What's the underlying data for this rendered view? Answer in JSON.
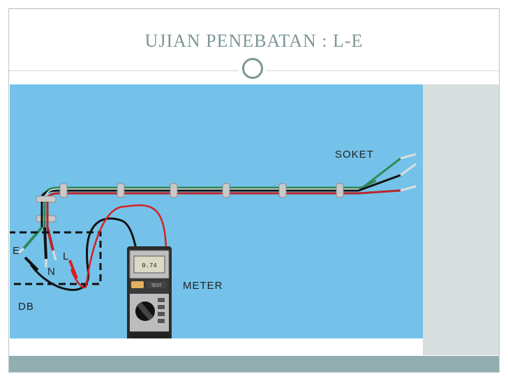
{
  "slide": {
    "title": "UJIAN PENEBATAN : L-E"
  },
  "labels": {
    "soket": "SOKET",
    "e": "E",
    "l": "L",
    "n": "N",
    "db": "DB",
    "meter": "METER"
  },
  "meter": {
    "display": "0.74",
    "button": "TEST"
  },
  "colors": {
    "background_panel": "#74c2ea",
    "title": "#7d9696",
    "wire_green": "#2f8a5a",
    "wire_black": "#111111",
    "wire_red": "#d62020"
  }
}
